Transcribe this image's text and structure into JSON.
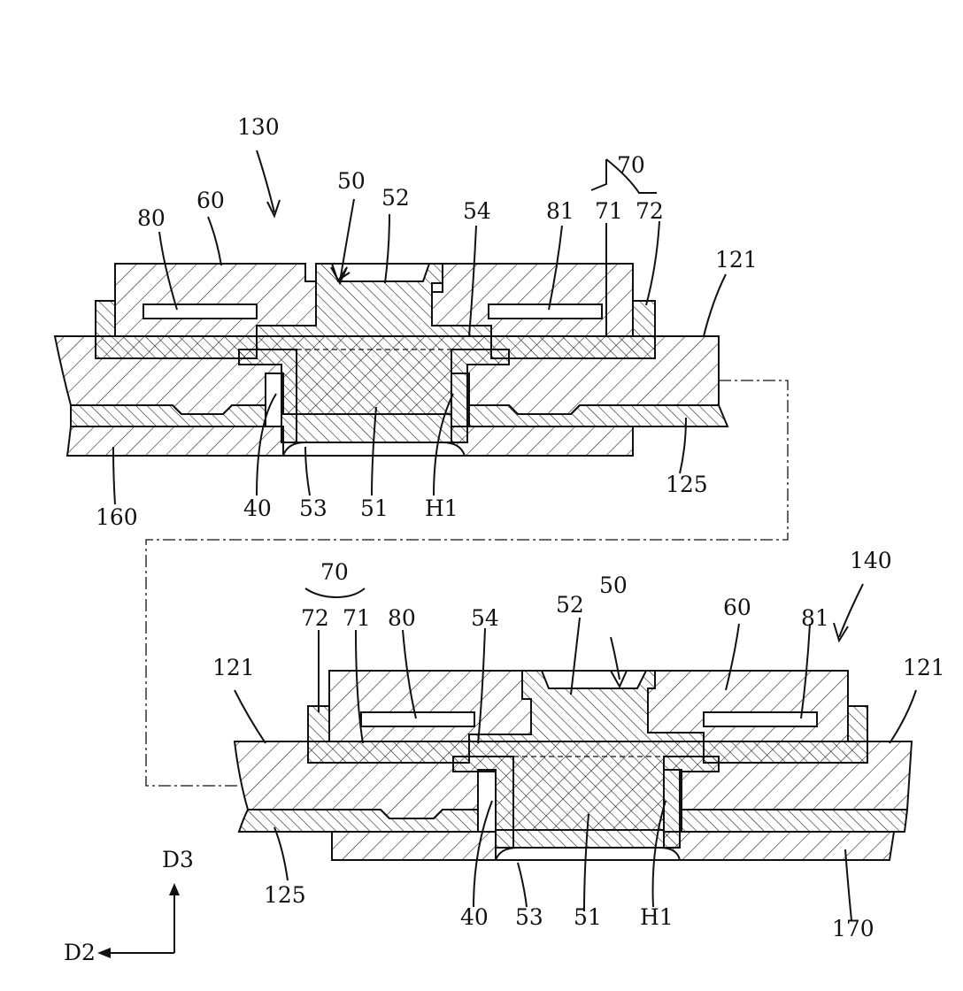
{
  "figure": {
    "top_assembly": {
      "ref": "130",
      "labels": {
        "l80": "80",
        "l60": "60",
        "l50": "50",
        "l52": "52",
        "l54": "54",
        "l81": "81",
        "l70": "70",
        "l71": "71",
        "l72": "72",
        "l121": "121",
        "l125": "125",
        "l160": "160",
        "l40": "40",
        "l53": "53",
        "l51": "51",
        "lH1": "H1"
      }
    },
    "bottom_assembly": {
      "ref": "140",
      "labels": {
        "l70": "70",
        "l72": "72",
        "l71": "71",
        "l80": "80",
        "l54": "54",
        "l52": "52",
        "l50": "50",
        "l60": "60",
        "l81": "81",
        "l121a": "121",
        "l121b": "121",
        "l125": "125",
        "l40": "40",
        "l53": "53",
        "l51": "51",
        "lH1": "H1",
        "l170": "170"
      }
    },
    "axes": {
      "d3": "D3",
      "d2": "D2"
    },
    "colors": {
      "ink": "#111111",
      "background": "#ffffff"
    }
  }
}
